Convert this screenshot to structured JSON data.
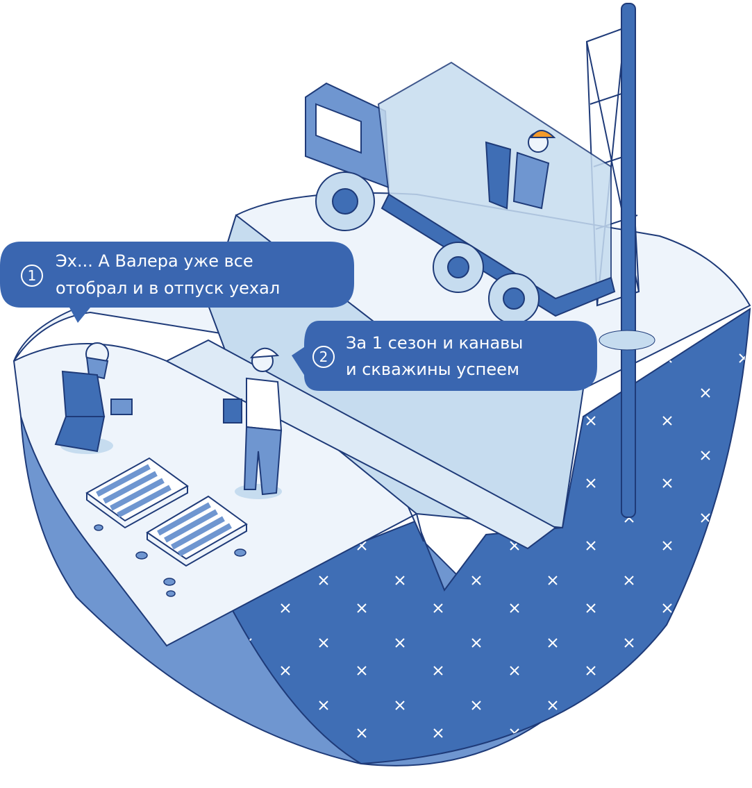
{
  "colors": {
    "deep_blue": "#3f6eb5",
    "mid_blue": "#6f96d0",
    "light_blue": "#c6dcef",
    "ground_top": "#eef4fb",
    "outline": "#1e3a78",
    "bubble": "#3a66b0",
    "helmet": "#f39a2b"
  },
  "bubble1": {
    "number": "1",
    "line1": "Эх... А Валера уже все",
    "line2": "отобрал и в отпуск уехал"
  },
  "bubble2": {
    "number": "2",
    "line1": "За 1 сезон и канавы",
    "line2": "и скважины успеем"
  },
  "icons": [
    "drilling-truck",
    "drill-tower",
    "worker-driver",
    "geologist-kneeling",
    "engineer-with-tablet",
    "core-box",
    "trench",
    "rock-cross-marks"
  ]
}
